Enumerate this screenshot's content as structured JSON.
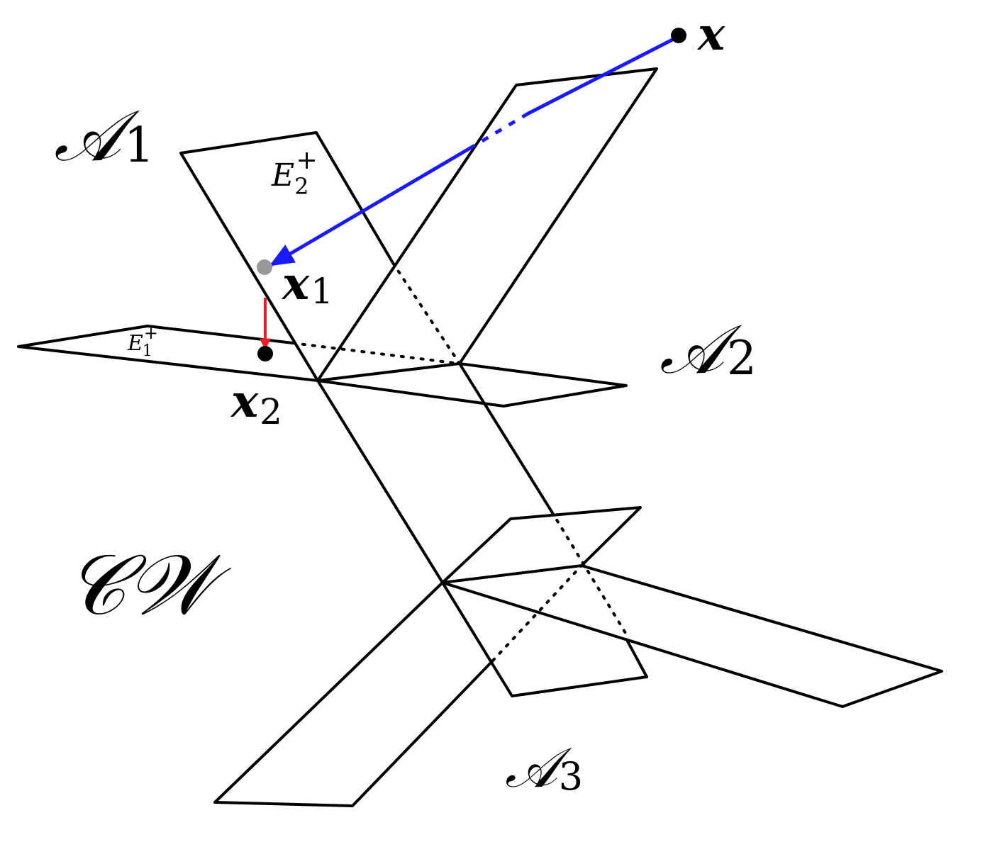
{
  "labels": {
    "A1": {
      "main": "𝒜",
      "sub": "1"
    },
    "A2": {
      "main": "𝒜",
      "sub": "2"
    },
    "A3": {
      "main": "𝒜",
      "sub": "3"
    },
    "CW": {
      "main": "𝒞𝒲"
    },
    "E2": {
      "main": "E",
      "sub": "2",
      "sup": "+"
    },
    "E1": {
      "main": "E",
      "sub": "1",
      "sup": "+"
    },
    "x": {
      "main": "x"
    },
    "x1": {
      "main": "x",
      "sub": "1"
    },
    "x2": {
      "main": "x",
      "sub": "2"
    }
  },
  "colors": {
    "projection_arrow": "#1a1aff",
    "descent_arrow": "#ee1c24",
    "point_x1": "#999999",
    "point": "#000000"
  }
}
